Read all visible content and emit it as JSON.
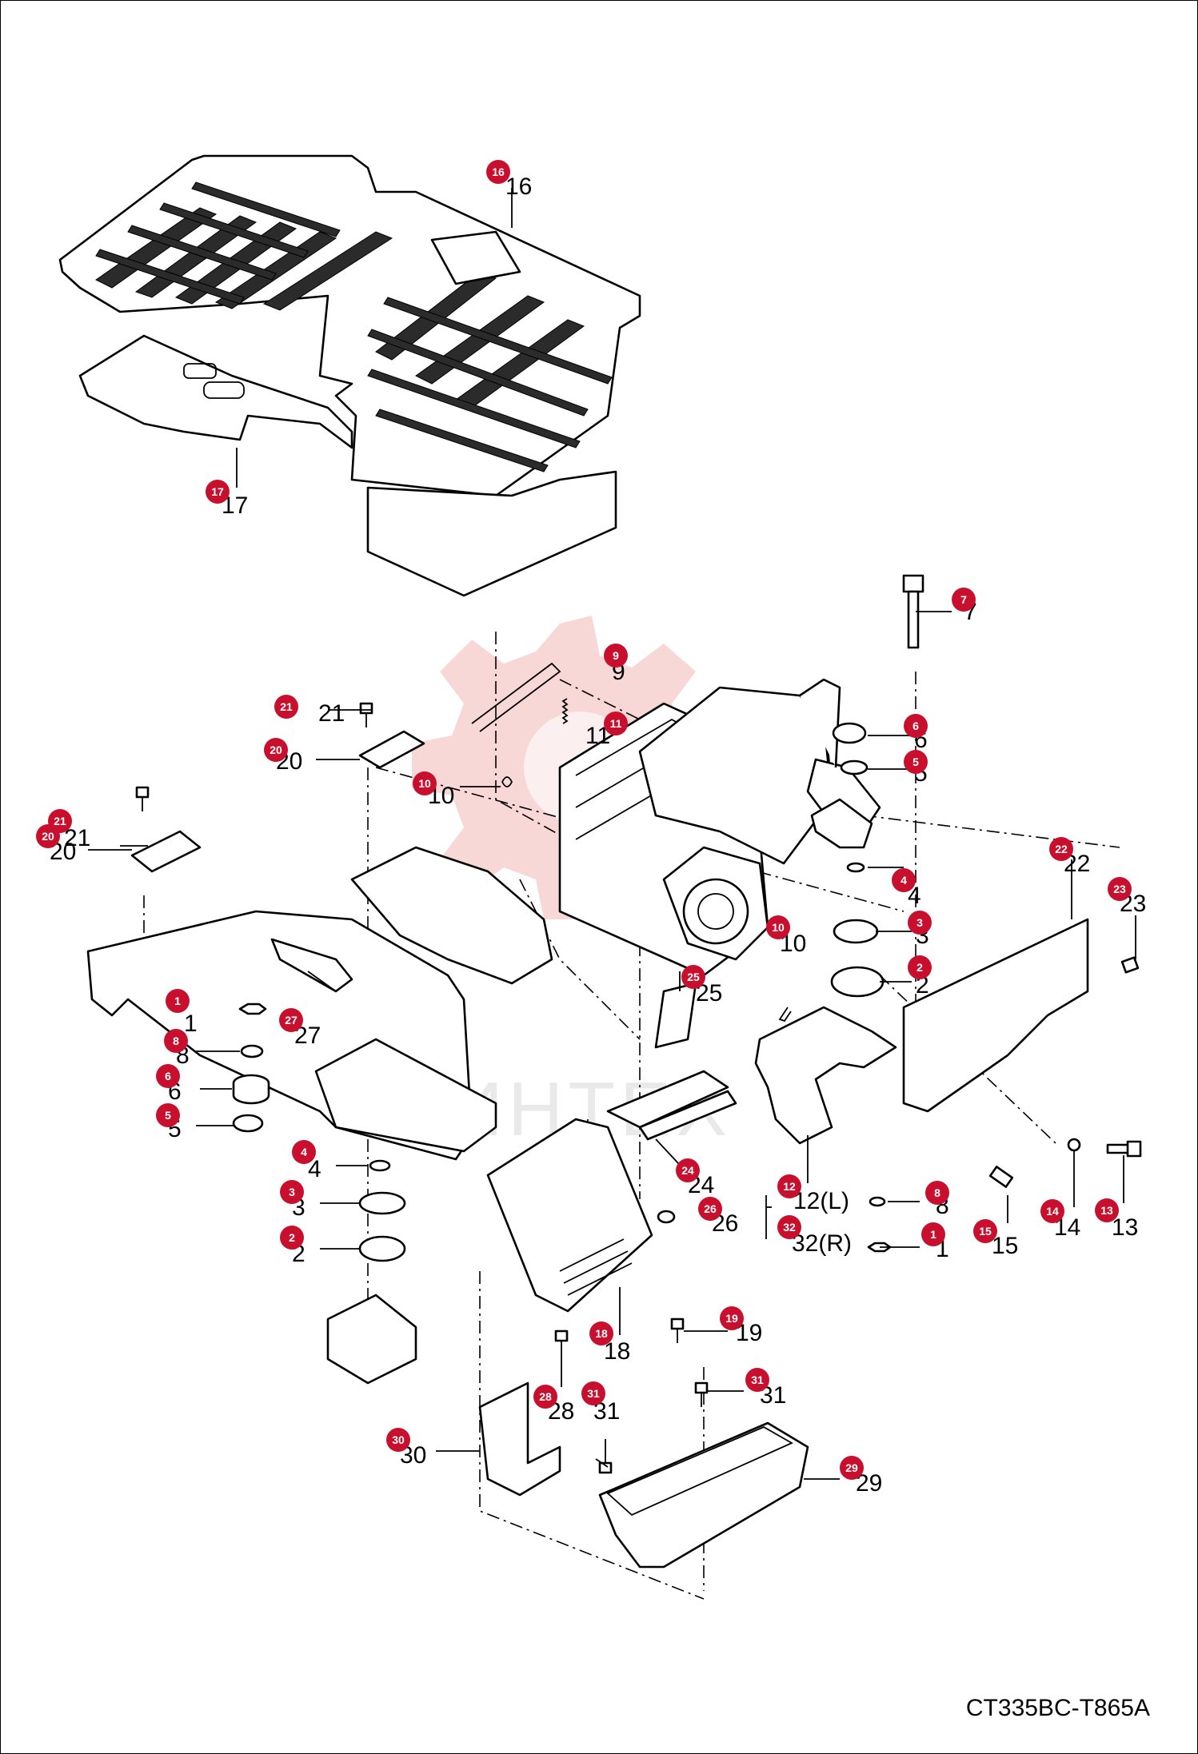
{
  "drawing": {
    "code": "CT335BC-T865A",
    "watermark_text": "ИНТЕХ",
    "badge_color": "#c8102e"
  },
  "callouts": [
    {
      "id": "c16",
      "badge": "16",
      "label": "16"
    },
    {
      "id": "c17",
      "badge": "17",
      "label": "17"
    },
    {
      "id": "c7",
      "badge": "7",
      "label": "7"
    },
    {
      "id": "c9",
      "badge": "9",
      "label": "9"
    },
    {
      "id": "c11",
      "badge": "11",
      "label": "11"
    },
    {
      "id": "c6r",
      "badge": "6",
      "label": "6"
    },
    {
      "id": "c5r",
      "badge": "5",
      "label": "5"
    },
    {
      "id": "c21a",
      "badge": "21",
      "label": "21"
    },
    {
      "id": "c20a",
      "badge": "20",
      "label": "20"
    },
    {
      "id": "c10a",
      "badge": "10",
      "label": "10"
    },
    {
      "id": "c21b",
      "badge": "21",
      "label": "21"
    },
    {
      "id": "c20b",
      "badge": "20",
      "label": "20"
    },
    {
      "id": "c22",
      "badge": "22",
      "label": "22"
    },
    {
      "id": "c23",
      "badge": "23",
      "label": "23"
    },
    {
      "id": "c4r",
      "badge": "4",
      "label": "4"
    },
    {
      "id": "c3r",
      "badge": "3",
      "label": "3"
    },
    {
      "id": "c10b",
      "badge": "10",
      "label": "10"
    },
    {
      "id": "c2r",
      "badge": "2",
      "label": "2"
    },
    {
      "id": "c25",
      "badge": "25",
      "label": "25"
    },
    {
      "id": "c1l",
      "badge": "1",
      "label": "1"
    },
    {
      "id": "c27",
      "badge": "27",
      "label": "27"
    },
    {
      "id": "c8l",
      "badge": "8",
      "label": "8"
    },
    {
      "id": "c6l",
      "badge": "6",
      "label": "6"
    },
    {
      "id": "c5l",
      "badge": "5",
      "label": "5"
    },
    {
      "id": "c4l",
      "badge": "4",
      "label": "4"
    },
    {
      "id": "c3l",
      "badge": "3",
      "label": "3"
    },
    {
      "id": "c2l",
      "badge": "2",
      "label": "2"
    },
    {
      "id": "c24",
      "badge": "24",
      "label": "24"
    },
    {
      "id": "c12",
      "badge": "12",
      "label": "12(L)"
    },
    {
      "id": "c32",
      "badge": "32",
      "label": "32(R)"
    },
    {
      "id": "c26",
      "badge": "26",
      "label": "26"
    },
    {
      "id": "c8r",
      "badge": "8",
      "label": "8"
    },
    {
      "id": "c1r",
      "badge": "1",
      "label": "1"
    },
    {
      "id": "c15",
      "badge": "15",
      "label": "15"
    },
    {
      "id": "c14",
      "badge": "14",
      "label": "14"
    },
    {
      "id": "c13",
      "badge": "13",
      "label": "13"
    },
    {
      "id": "c19",
      "badge": "19",
      "label": "19"
    },
    {
      "id": "c18",
      "badge": "18",
      "label": "18"
    },
    {
      "id": "c28",
      "badge": "28",
      "label": "28"
    },
    {
      "id": "c31a",
      "badge": "31",
      "label": "31"
    },
    {
      "id": "c31b",
      "badge": "31",
      "label": "31"
    },
    {
      "id": "c30",
      "badge": "30",
      "label": "30"
    },
    {
      "id": "c29",
      "badge": "29",
      "label": "29"
    }
  ]
}
